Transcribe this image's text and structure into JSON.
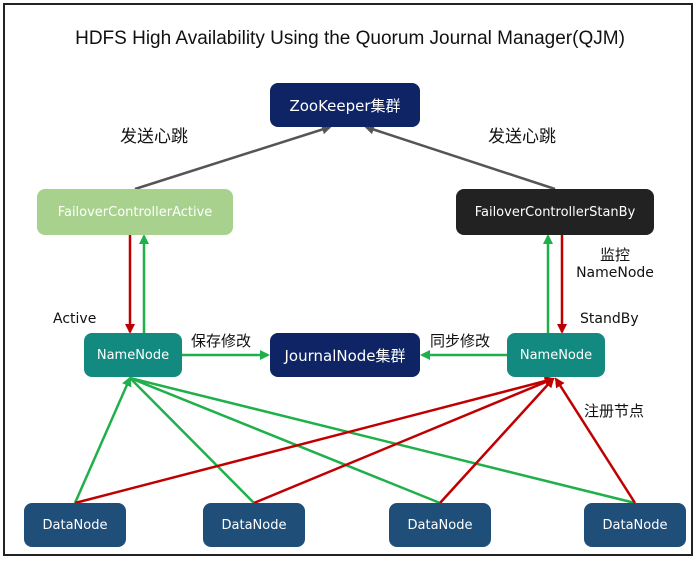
{
  "title": "HDFS High Availability Using the Quorum Journal Manager(QJM)",
  "nodes": {
    "zookeeper": "ZooKeeper集群",
    "failover_active": "FailoverControllerActive",
    "failover_standby": "FailoverControllerStanBy",
    "namenode_active": "NameNode",
    "namenode_standby": "NameNode",
    "journalnode": "JournalNode集群",
    "datanodes": [
      "DataNode",
      "DataNode",
      "DataNode",
      "DataNode"
    ]
  },
  "labels": {
    "heartbeat_left": "发送心跳",
    "heartbeat_right": "发送心跳",
    "monitor_line1": "监控",
    "monitor_line2": "NameNode",
    "active": "Active",
    "standby": "StandBy",
    "save_changes": "保存修改",
    "sync_changes": "同步修改",
    "register_node": "注册节点"
  },
  "colors": {
    "zookeeper": "#0f2465",
    "journalnode": "#0f2465",
    "failover_active": "#a9d18e",
    "failover_standby": "#222222",
    "namenode": "#138a80",
    "datanode": "#1f4e79",
    "arrow_green": "#1fb04b",
    "arrow_red": "#c00000",
    "arrow_gray": "#555555"
  }
}
